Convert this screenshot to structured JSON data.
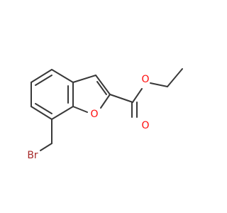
{
  "molecule": {
    "atoms": [
      {
        "id": "O1",
        "label": "O",
        "color": "#ff0d0d"
      },
      {
        "id": "O2",
        "label": "O",
        "color": "#ff0d0d"
      },
      {
        "id": "O3",
        "label": "O",
        "color": "#ff0d0d"
      },
      {
        "id": "Br",
        "label": "Br",
        "color": "#a62929"
      }
    ]
  },
  "colors": {
    "bond": "#383838",
    "oxygen": "#ff0d0d",
    "bromine": "#a62929",
    "background": "#ffffff"
  }
}
